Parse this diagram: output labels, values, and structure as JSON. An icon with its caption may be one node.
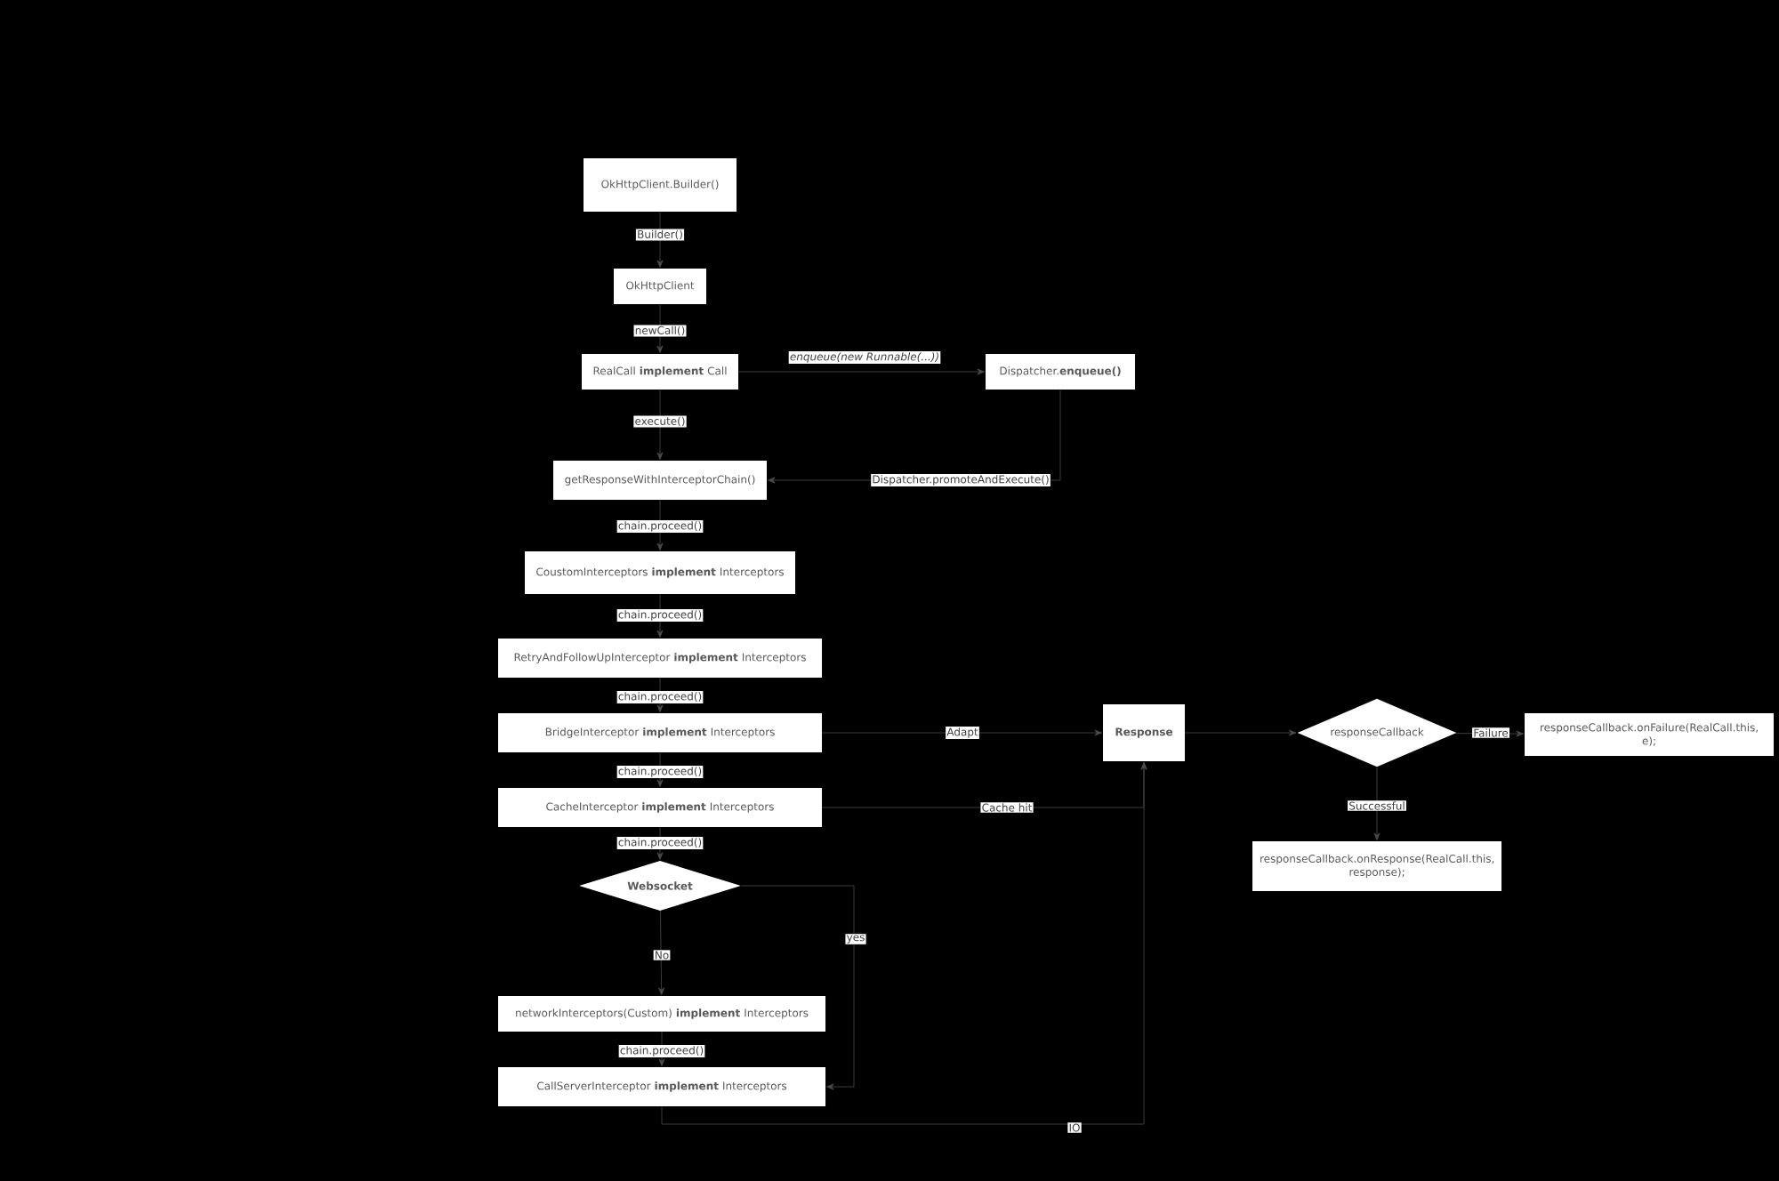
{
  "diagram": {
    "nodes": [
      {
        "text": [
          "OkHttpClient.Builder()"
        ]
      },
      {
        "text": [
          "OkHttpClient"
        ]
      },
      {
        "text": [
          "RealCall **implement** Call"
        ]
      },
      {
        "text": [
          "Dispatcher.**enqueue()**"
        ]
      },
      {
        "text": [
          "getResponseWithInterceptorChain()"
        ]
      },
      {
        "text": [
          "CoustomInterceptors **implement** Interceptors"
        ]
      },
      {
        "text": [
          "RetryAndFollowUpInterceptor **implement** Interceptors"
        ]
      },
      {
        "text": [
          "BridgeInterceptor **implement** Interceptors"
        ]
      },
      {
        "text": [
          "CacheInterceptor **implement** Interceptors"
        ]
      },
      {
        "text": [
          "Websocket"
        ]
      },
      {
        "text": [
          "networkInterceptors(Custom) **implement** Interceptors"
        ]
      },
      {
        "text": [
          "CallServerInterceptor **implement** Interceptors"
        ]
      },
      {
        "text": [
          "Response"
        ]
      },
      {
        "text": [
          "responseCallback"
        ]
      },
      {
        "text": [
          "responseCallback.onFailure(RealCall.this, e);"
        ]
      },
      {
        "text": [
          "responseCallback.onResponse(RealCall.this, response);"
        ]
      }
    ],
    "edges": [
      {
        "from": 0,
        "to": 1,
        "arrow": "to",
        "label": "Builder()"
      },
      {
        "from": 1,
        "to": 2,
        "arrow": "to",
        "label": "newCall()"
      },
      {
        "from": 2,
        "to": 3,
        "arrow": "to",
        "label": "enqueue(new Runnable(...))"
      },
      {
        "from": 2,
        "to": 4,
        "arrow": "to",
        "label": "execute()"
      },
      {
        "from": 3,
        "to": 4,
        "arrow": "to",
        "label": "Dispatcher.promoteAndExecute()"
      },
      {
        "from": 4,
        "to": 5,
        "arrow": "to",
        "label": "chain.proceed()"
      },
      {
        "from": 5,
        "to": 6,
        "arrow": "to",
        "label": "chain.proceed()"
      },
      {
        "from": 6,
        "to": 7,
        "arrow": "to",
        "label": "chain.proceed()"
      },
      {
        "from": 7,
        "to": 8,
        "arrow": "to",
        "label": "chain.proceed()"
      },
      {
        "from": 8,
        "to": 9,
        "arrow": "to",
        "label": "chain.proceed()"
      },
      {
        "from": 9,
        "to": 10,
        "arrow": "to",
        "label": "No"
      },
      {
        "from": 9,
        "to": 11,
        "arrow": "to",
        "label": "yes"
      },
      {
        "from": 10,
        "to": 11,
        "arrow": "to",
        "label": "chain.proceed()"
      },
      {
        "from": 11,
        "to": 12,
        "arrow": "to",
        "label": "IO"
      },
      {
        "from": 7,
        "to": 12,
        "arrow": "to",
        "label": "Adapt"
      },
      {
        "from": 8,
        "to": 12,
        "arrow": "to",
        "label": "Cache hit"
      },
      {
        "from": 12,
        "to": 13,
        "arrow": "to"
      },
      {
        "from": 13,
        "to": 14,
        "arrow": "to",
        "label": "Failure"
      },
      {
        "from": 13,
        "to": 15,
        "arrow": "to",
        "label": "Successful"
      }
    ]
  }
}
